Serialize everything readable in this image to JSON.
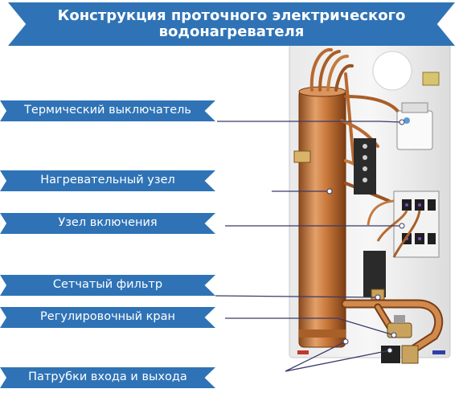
{
  "title": {
    "line1": "Конструкция проточного электрического",
    "line2": "водонагревателя"
  },
  "labels": [
    {
      "text": "Термический выключатель"
    },
    {
      "text": "Нагревательный узел"
    },
    {
      "text": "Узел включения"
    },
    {
      "text": "Сетчатый фильтр"
    },
    {
      "text": "Регулировочный кран"
    },
    {
      "text": "Патрубки входа и выхода"
    }
  ],
  "colors": {
    "banner": "#2f73b6",
    "copper": "#c8773a",
    "panel": "#f4f4f4"
  }
}
